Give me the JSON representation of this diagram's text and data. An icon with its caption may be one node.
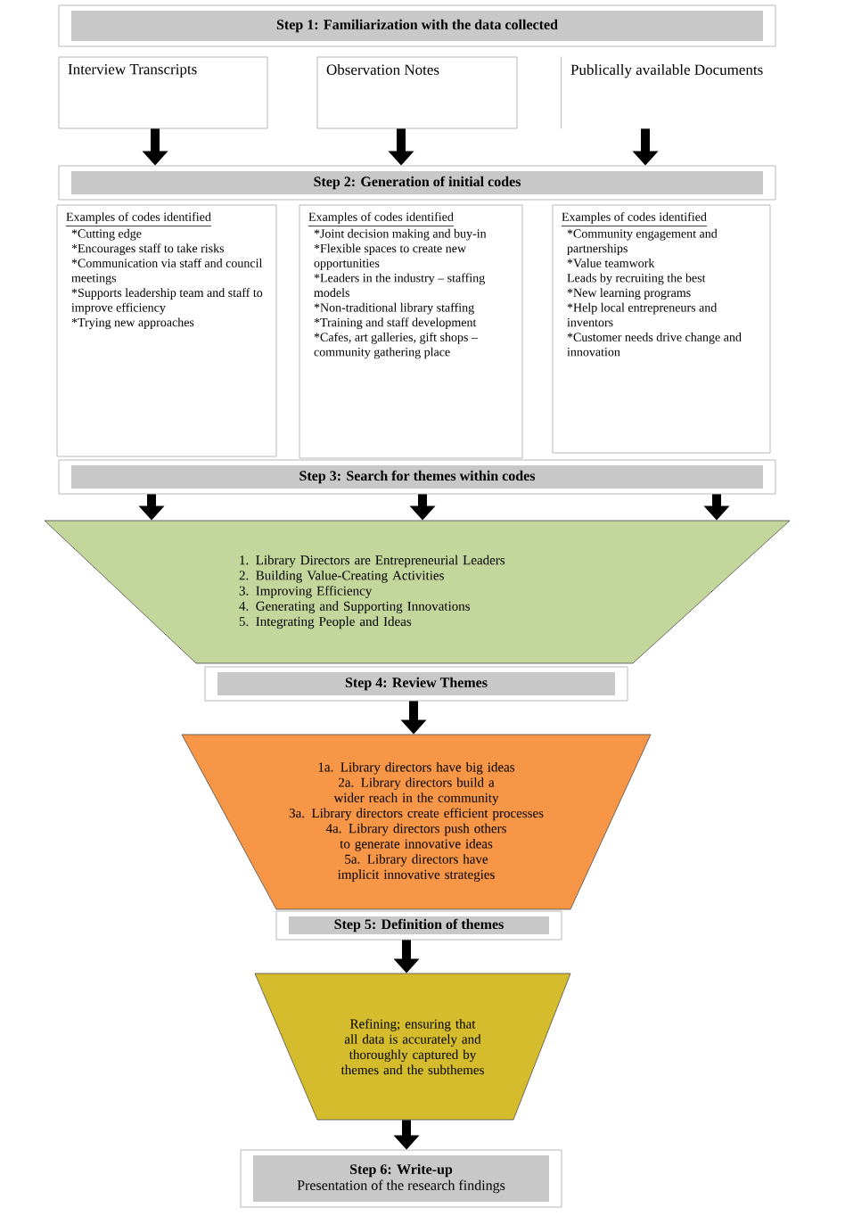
{
  "diagram": {
    "nodes": [
      {
        "text": [
          "Step 1: Familiarization with the data collected"
        ]
      },
      {
        "text": [
          "Interview Transcripts"
        ]
      },
      {
        "text": [
          "Observation Notes"
        ]
      },
      {
        "text": [
          "Publically available Documents"
        ]
      },
      {
        "text": [
          "Step 2: Generation of initial codes"
        ]
      },
      {
        "text": [
          "Examples of codes identified",
          "*Cutting edge",
          "*Encourages staff to take risks",
          "*Communication via staff and council meetings",
          "*Supports leadership team and staff to improve efficiency",
          "*Trying new approaches"
        ]
      },
      {
        "text": [
          "Examples of codes identified",
          "*Joint decision making and buy-in",
          "*Flexible spaces to create new opportunities",
          "*Leaders in the industry – staffing models",
          "*Non-traditional library staffing",
          "*Training and staff development",
          "*Cafes, art galleries, gift shops – community gathering place"
        ]
      },
      {
        "text": [
          "Examples of codes identified",
          "*Community engagement and partnerships",
          "*Value teamwork",
          "Leads by recruiting the best",
          "*New learning programs",
          "*Help local entrepreneurs and inventors",
          "*Customer needs drive change and innovation"
        ]
      },
      {
        "text": [
          "Step 3: Search for themes within codes"
        ]
      },
      {
        "text": [
          "1. Library Directors are Entrepreneurial Leaders",
          "2. Building Value-Creating Activities",
          "3. Improving Efficiency",
          "4. Generating and Supporting Innovations",
          "5. Integrating People and Ideas"
        ]
      },
      {
        "text": [
          "Step 4: Review Themes"
        ]
      },
      {
        "text": [
          "1a. Library directors have big ideas",
          "2a. Library directors build a wider reach in the community",
          "3a. Library directors create efficient processes",
          "4a. Library directors push others to generate innovative ideas",
          "5a. Library directors have implicit innovative strategies"
        ]
      },
      {
        "text": [
          "Step 5: Definition of themes"
        ]
      },
      {
        "text": [
          "Refining; ensuring that all data is accurately and thoroughly captured by themes and the subthemes"
        ]
      },
      {
        "text": [
          "Step 6: Write-up",
          "Presentation of the research findings"
        ]
      }
    ],
    "edges": [
      {
        "from": 1,
        "to": 4,
        "arrow": "to"
      },
      {
        "from": 2,
        "to": 4,
        "arrow": "to"
      },
      {
        "from": 3,
        "to": 4,
        "arrow": "to"
      },
      {
        "from": 8,
        "to": 9,
        "arrow": "to"
      },
      {
        "from": 8,
        "to": 9,
        "arrow": "to"
      },
      {
        "from": 8,
        "to": 9,
        "arrow": "to"
      },
      {
        "from": 10,
        "to": 11,
        "arrow": "to"
      },
      {
        "from": 12,
        "to": 13,
        "arrow": "to"
      },
      {
        "from": 13,
        "to": 14,
        "arrow": "to"
      }
    ]
  }
}
